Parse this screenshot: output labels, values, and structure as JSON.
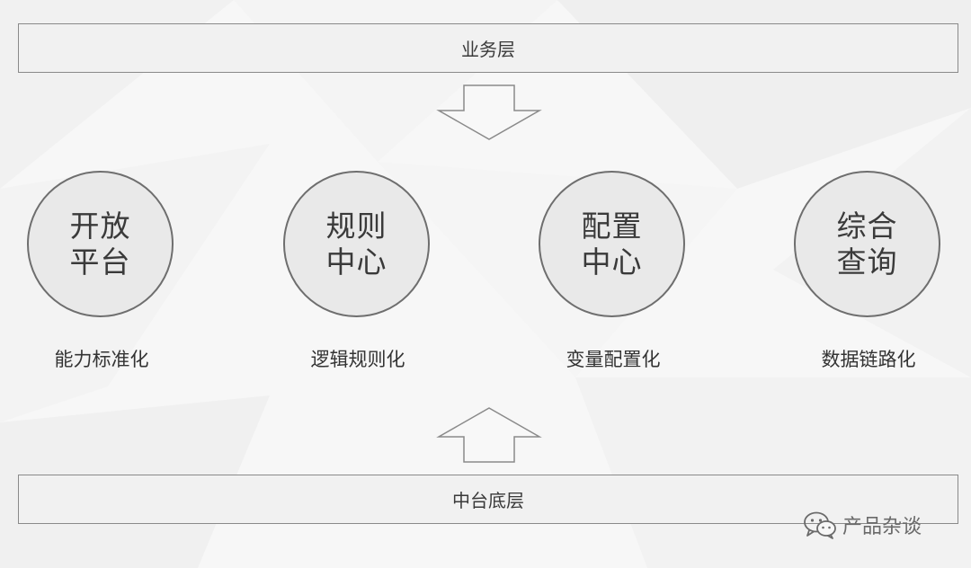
{
  "layers": {
    "top": "业务层",
    "bottom": "中台底层"
  },
  "modules": [
    {
      "line1": "开放",
      "line2": "平台",
      "caption": "能力标准化"
    },
    {
      "line1": "规则",
      "line2": "中心",
      "caption": "逻辑规则化"
    },
    {
      "line1": "配置",
      "line2": "中心",
      "caption": "变量配置化"
    },
    {
      "line1": "综合",
      "line2": "查询",
      "caption": "数据链路化"
    }
  ],
  "watermark": {
    "text": "产品杂谈",
    "icon": "wechat-icon"
  },
  "colors": {
    "background": "#f6f6f6",
    "border": "#8a8a8a",
    "circle_fill": "#e9e9e9",
    "text": "#333333"
  }
}
